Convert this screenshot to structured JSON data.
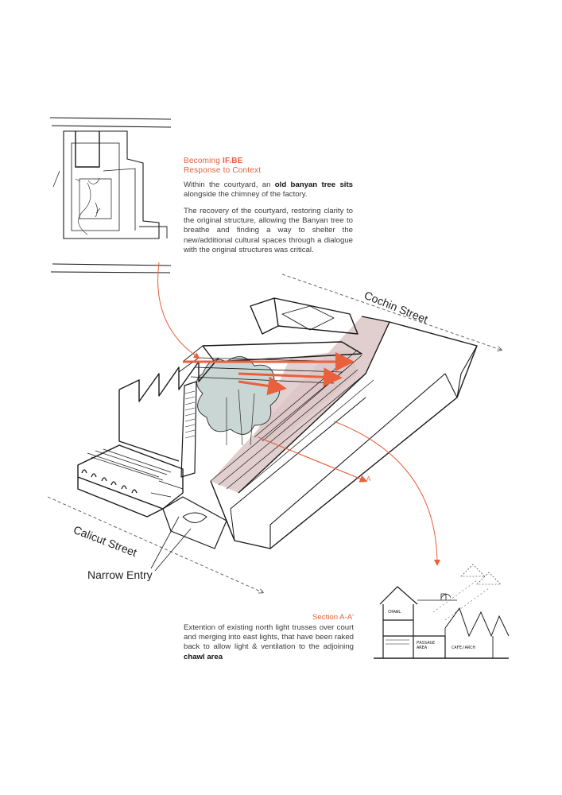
{
  "intro": {
    "heading_prefix": "Becoming ",
    "heading_brand": "IF.BE",
    "heading_line2": "Response to Context",
    "p1_a": "Within the courtyard, an ",
    "p1_bold": "old banyan tree sits",
    "p1_b": " alongside the chimney of the factory.",
    "p2": "The recovery of the courtyard, restoring clarity to the original structure, allowing the Banyan tree to breathe and finding a way to shelter the new/additional cultural spaces through a dialogue with the original structures was critical."
  },
  "labels": {
    "cochin_street": "Cochin Street",
    "calicut_street": "Calicut Street",
    "narrow_entry": "Narrow Entry",
    "section_marker": "A"
  },
  "section": {
    "heading": "Section A-A'",
    "text_a": "Extention of  existing north light trusses over court and merging into east lights, that have been raked back to allow light & ventilation to the adjoining ",
    "text_bold": "chawl area"
  },
  "section_sketch_labels": {
    "chawl": "CHAWL",
    "passage": "PASSAGE AREA",
    "cafe": "CAFE/ARCH"
  },
  "colors": {
    "accent": "#e8603c",
    "ink": "#1a1a1a",
    "pink_fill": "#d9c2c2",
    "tree_fill": "#c9d6d3"
  }
}
